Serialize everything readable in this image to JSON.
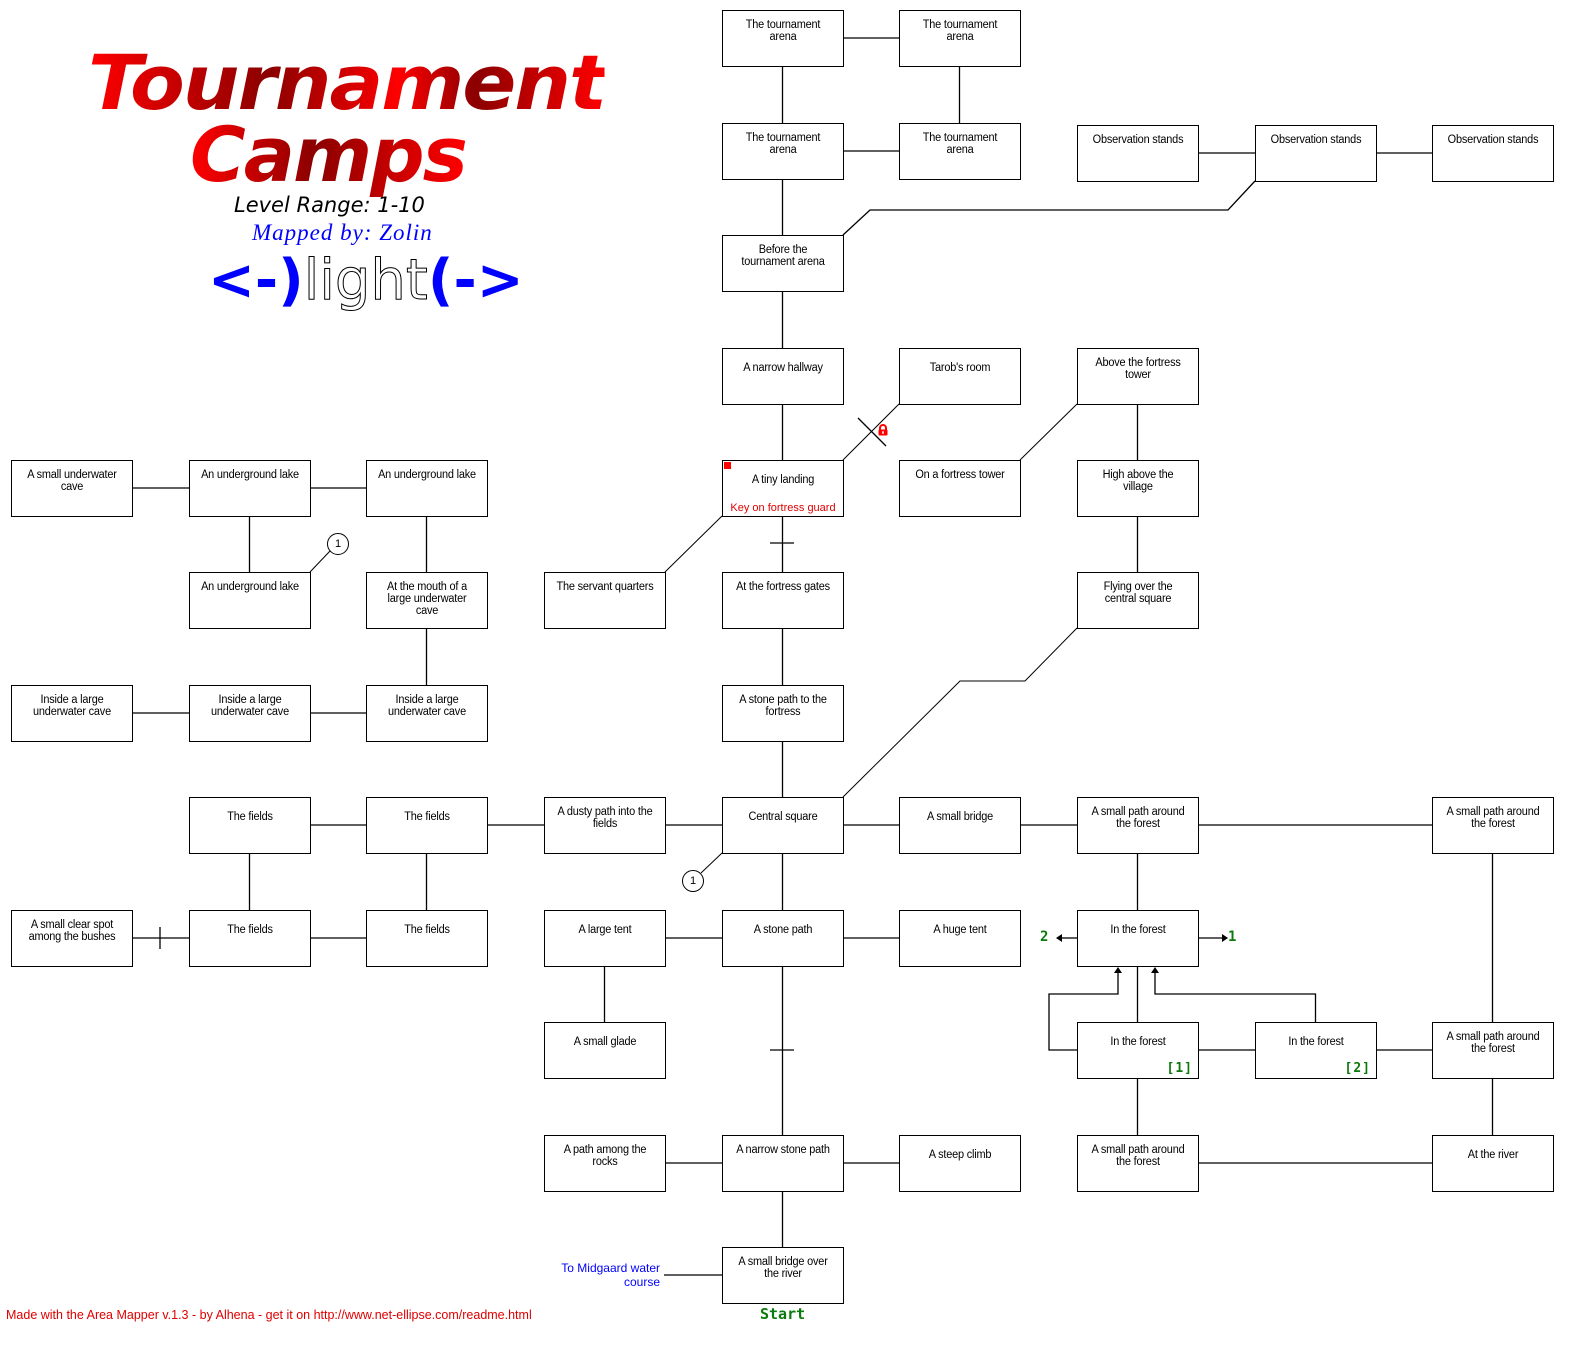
{
  "header": {
    "title_line1": "Tournament",
    "title_line2": "Camps",
    "level_range": "Level Range: 1-10",
    "mapped_by": "Mapped by: Zolin",
    "guild_logo": {
      "left": "<-)",
      "word": "light",
      "right": "(->"
    }
  },
  "colors": {
    "title_red": "#ff0000",
    "title_dark": "#8b0000",
    "blue": "#0000ff",
    "note_red": "#e00000",
    "green": "#0a7a0a"
  },
  "rooms": [
    {
      "id": "arena1",
      "label": "The tournament arena"
    },
    {
      "id": "arena2",
      "label": "The tournament arena"
    },
    {
      "id": "arena3",
      "label": "The tournament arena"
    },
    {
      "id": "arena4",
      "label": "The tournament arena"
    },
    {
      "id": "obs1",
      "label": "Observation stands"
    },
    {
      "id": "obs2",
      "label": "Observation stands"
    },
    {
      "id": "obs3",
      "label": "Observation stands"
    },
    {
      "id": "before",
      "label": "Before the tournament arena"
    },
    {
      "id": "hallway",
      "label": "A narrow hallway"
    },
    {
      "id": "tarob",
      "label": "Tarob's room"
    },
    {
      "id": "abovetower",
      "label": "Above the fortress tower"
    },
    {
      "id": "smallcave",
      "label": "A small underwater cave"
    },
    {
      "id": "lake1",
      "label": "An underground lake"
    },
    {
      "id": "lake2",
      "label": "An underground lake"
    },
    {
      "id": "landing",
      "label": "A tiny landing",
      "note": "Key on fortress guard",
      "flag": true
    },
    {
      "id": "fortresstower",
      "label": "On a fortress tower"
    },
    {
      "id": "highabove",
      "label": "High above the village"
    },
    {
      "id": "lake3",
      "label": "An underground lake"
    },
    {
      "id": "mouth",
      "label": "At the mouth of a large underwater cave"
    },
    {
      "id": "servant",
      "label": "The servant quarters"
    },
    {
      "id": "gates",
      "label": "At the fortress gates"
    },
    {
      "id": "flying",
      "label": "Flying over the central square"
    },
    {
      "id": "inside1",
      "label": "Inside a large underwater cave"
    },
    {
      "id": "inside2",
      "label": "Inside a large underwater cave"
    },
    {
      "id": "inside3",
      "label": "Inside a large underwater cave"
    },
    {
      "id": "stonepathfort",
      "label": "A stone path to the fortress"
    },
    {
      "id": "fields1",
      "label": "The fields"
    },
    {
      "id": "fields2",
      "label": "The fields"
    },
    {
      "id": "dusty",
      "label": "A dusty path into the fields"
    },
    {
      "id": "central",
      "label": "Central square"
    },
    {
      "id": "bridge",
      "label": "A small bridge"
    },
    {
      "id": "pathforest1",
      "label": "A small path around the forest"
    },
    {
      "id": "pathforest2",
      "label": "A small path around the forest"
    },
    {
      "id": "clearspot",
      "label": "A small clear spot among the bushes"
    },
    {
      "id": "fields3",
      "label": "The fields"
    },
    {
      "id": "fields4",
      "label": "The fields"
    },
    {
      "id": "largetent",
      "label": "A large tent"
    },
    {
      "id": "stonepath",
      "label": "A stone path"
    },
    {
      "id": "hugetent",
      "label": "A huge tent"
    },
    {
      "id": "forest0",
      "label": "In the forest"
    },
    {
      "id": "glade",
      "label": "A small glade"
    },
    {
      "id": "forest1",
      "label": "In the forest",
      "tag": "[1]"
    },
    {
      "id": "forest2",
      "label": "In the forest",
      "tag": "[2]"
    },
    {
      "id": "pathforest3",
      "label": "A small path around the forest"
    },
    {
      "id": "rocks",
      "label": "A path among the rocks"
    },
    {
      "id": "narrowstone",
      "label": "A narrow stone path"
    },
    {
      "id": "steep",
      "label": "A steep climb"
    },
    {
      "id": "pathforest4",
      "label": "A small path around the forest"
    },
    {
      "id": "river",
      "label": "At the river"
    },
    {
      "id": "bridgeriver",
      "label": "A small bridge over the river"
    }
  ],
  "markers": {
    "circle_1a": "1",
    "circle_1b": "1",
    "exit_left": "2",
    "exit_right": "1"
  },
  "labels": {
    "to_midgaard": "To Midgaard water course",
    "start": "Start",
    "footer": "Made with the Area Mapper v.1.3 - by Alhena - get it on http://www.net-ellipse.com/readme.html"
  }
}
